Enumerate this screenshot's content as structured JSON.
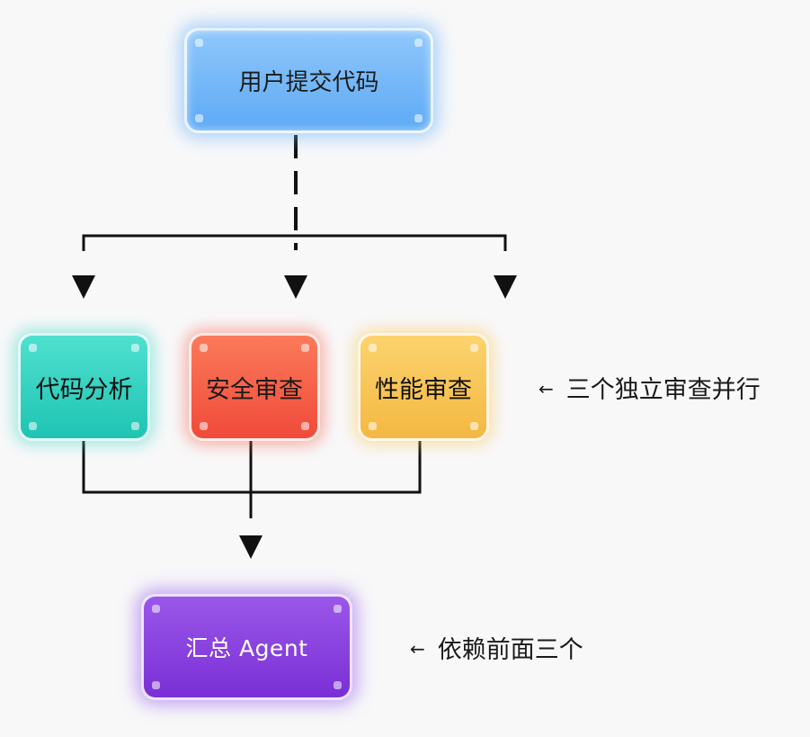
{
  "nodes": {
    "submit": "用户提交代码",
    "analysis": "代码分析",
    "security": "安全审查",
    "performance": "性能审查",
    "summary": "汇总 Agent"
  },
  "annotations": {
    "arrow": "←",
    "parallel": "三个独立审查并行",
    "depends": "依赖前面三个"
  },
  "colors": {
    "submit": "#6db4f7",
    "analysis": "#2fd2bf",
    "security": "#f55a45",
    "performance": "#f7c554",
    "summary": "#8740de",
    "connector": "#111111"
  }
}
